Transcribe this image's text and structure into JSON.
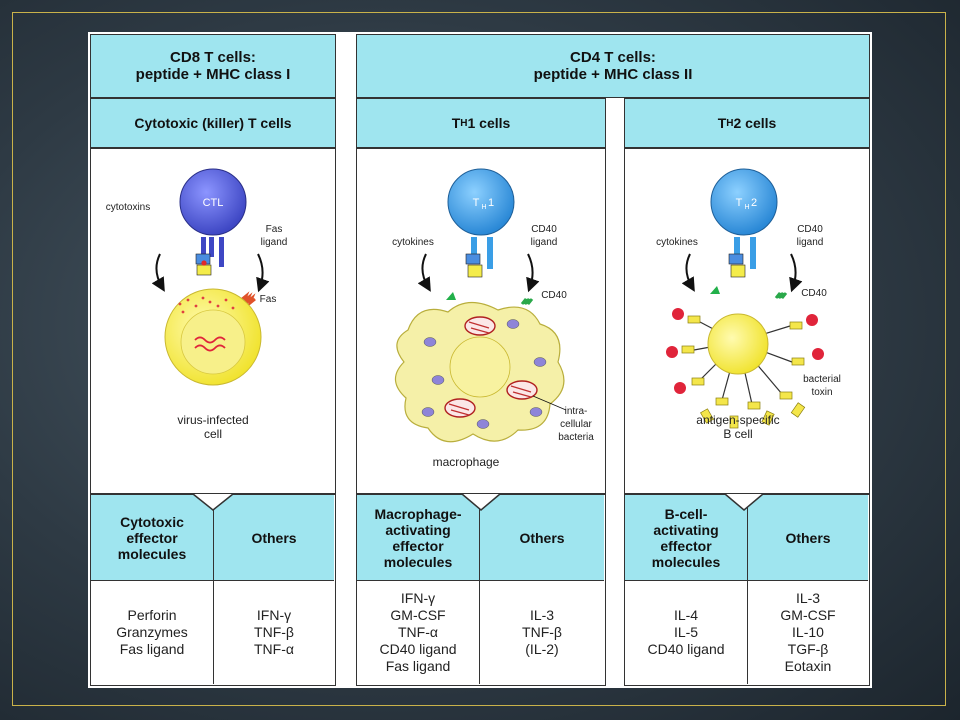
{
  "headers": {
    "cd8": "CD8 T cells:\npeptide + MHC class I",
    "cd4": "CD4 T cells:\npeptide + MHC class II"
  },
  "columns": [
    {
      "title": "Cytotoxic  (killer)  T  cells",
      "cell_label": "CTL",
      "labels": {
        "left": "cytotoxins",
        "right": "Fas\nligand",
        "receptor": "Fas",
        "target": "virus-infected\ncell"
      },
      "effector_header": "Cytotoxic\neffector\nmolecules",
      "others_header": "Others",
      "effector_list": [
        "Perforin",
        "Granzymes",
        "Fas ligand"
      ],
      "others_list": [
        "IFN-γ",
        "TNF-β",
        "TNF-α"
      ]
    },
    {
      "title_main": "T",
      "title_sub": "H",
      "title_rest": "1  cells",
      "cell_label_main": "T",
      "cell_label_sub": "H",
      "cell_label_rest": "1",
      "labels": {
        "left": "cytokines",
        "right": "CD40\nligand",
        "receptor": "CD40",
        "target": "macrophage",
        "bacteria": "intra-\ncellular\nbacteria"
      },
      "effector_header": "Macrophage-\nactivating\neffector\nmolecules",
      "others_header": "Others",
      "effector_list": [
        "IFN-γ",
        "GM-CSF",
        "TNF-α",
        "CD40 ligand",
        "Fas ligand"
      ],
      "others_list": [
        "IL-3",
        "TNF-β",
        "(IL-2)"
      ]
    },
    {
      "title_main": "T",
      "title_sub": "H",
      "title_rest": "2  cells",
      "cell_label_main": "T",
      "cell_label_sub": "H",
      "cell_label_rest": "2",
      "labels": {
        "left": "cytokines",
        "right": "CD40\nligand",
        "receptor": "CD40",
        "target": "antigen-specific\nB  cell",
        "toxin": "bacterial\ntoxin"
      },
      "effector_header": "B-cell-\nactivating\neffector\nmolecules",
      "others_header": "Others",
      "effector_list": [
        "IL-4",
        "IL-5",
        "CD40 ligand"
      ],
      "others_list": [
        "IL-3",
        "GM-CSF",
        "IL-10",
        "TGF-β",
        "Eotaxin"
      ]
    }
  ],
  "colors": {
    "header_bg": "#9fe5ef",
    "tcell": "#5560d8",
    "th_cell": "#3a9ee6",
    "target_yellow": "#f6ee4a",
    "macrophage": "#f5f0a8",
    "bacteria": "#c03030",
    "toxin": "#e0243a"
  }
}
